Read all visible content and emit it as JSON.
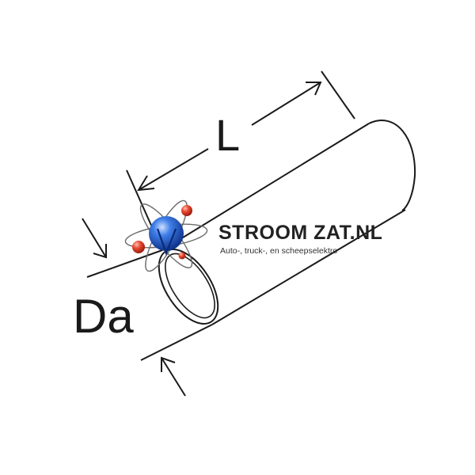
{
  "diagram": {
    "length_label": "L",
    "diameter_label": "Da"
  },
  "logo": {
    "title": "STROOM ZAT.NL",
    "subtitle": "Auto-, truck-, en scheepselektro",
    "colors": {
      "sphere": "#1f5fd6",
      "orbs": "#e8472f"
    }
  },
  "colors": {
    "line": "#1a1a1a",
    "background": "#ffffff"
  }
}
